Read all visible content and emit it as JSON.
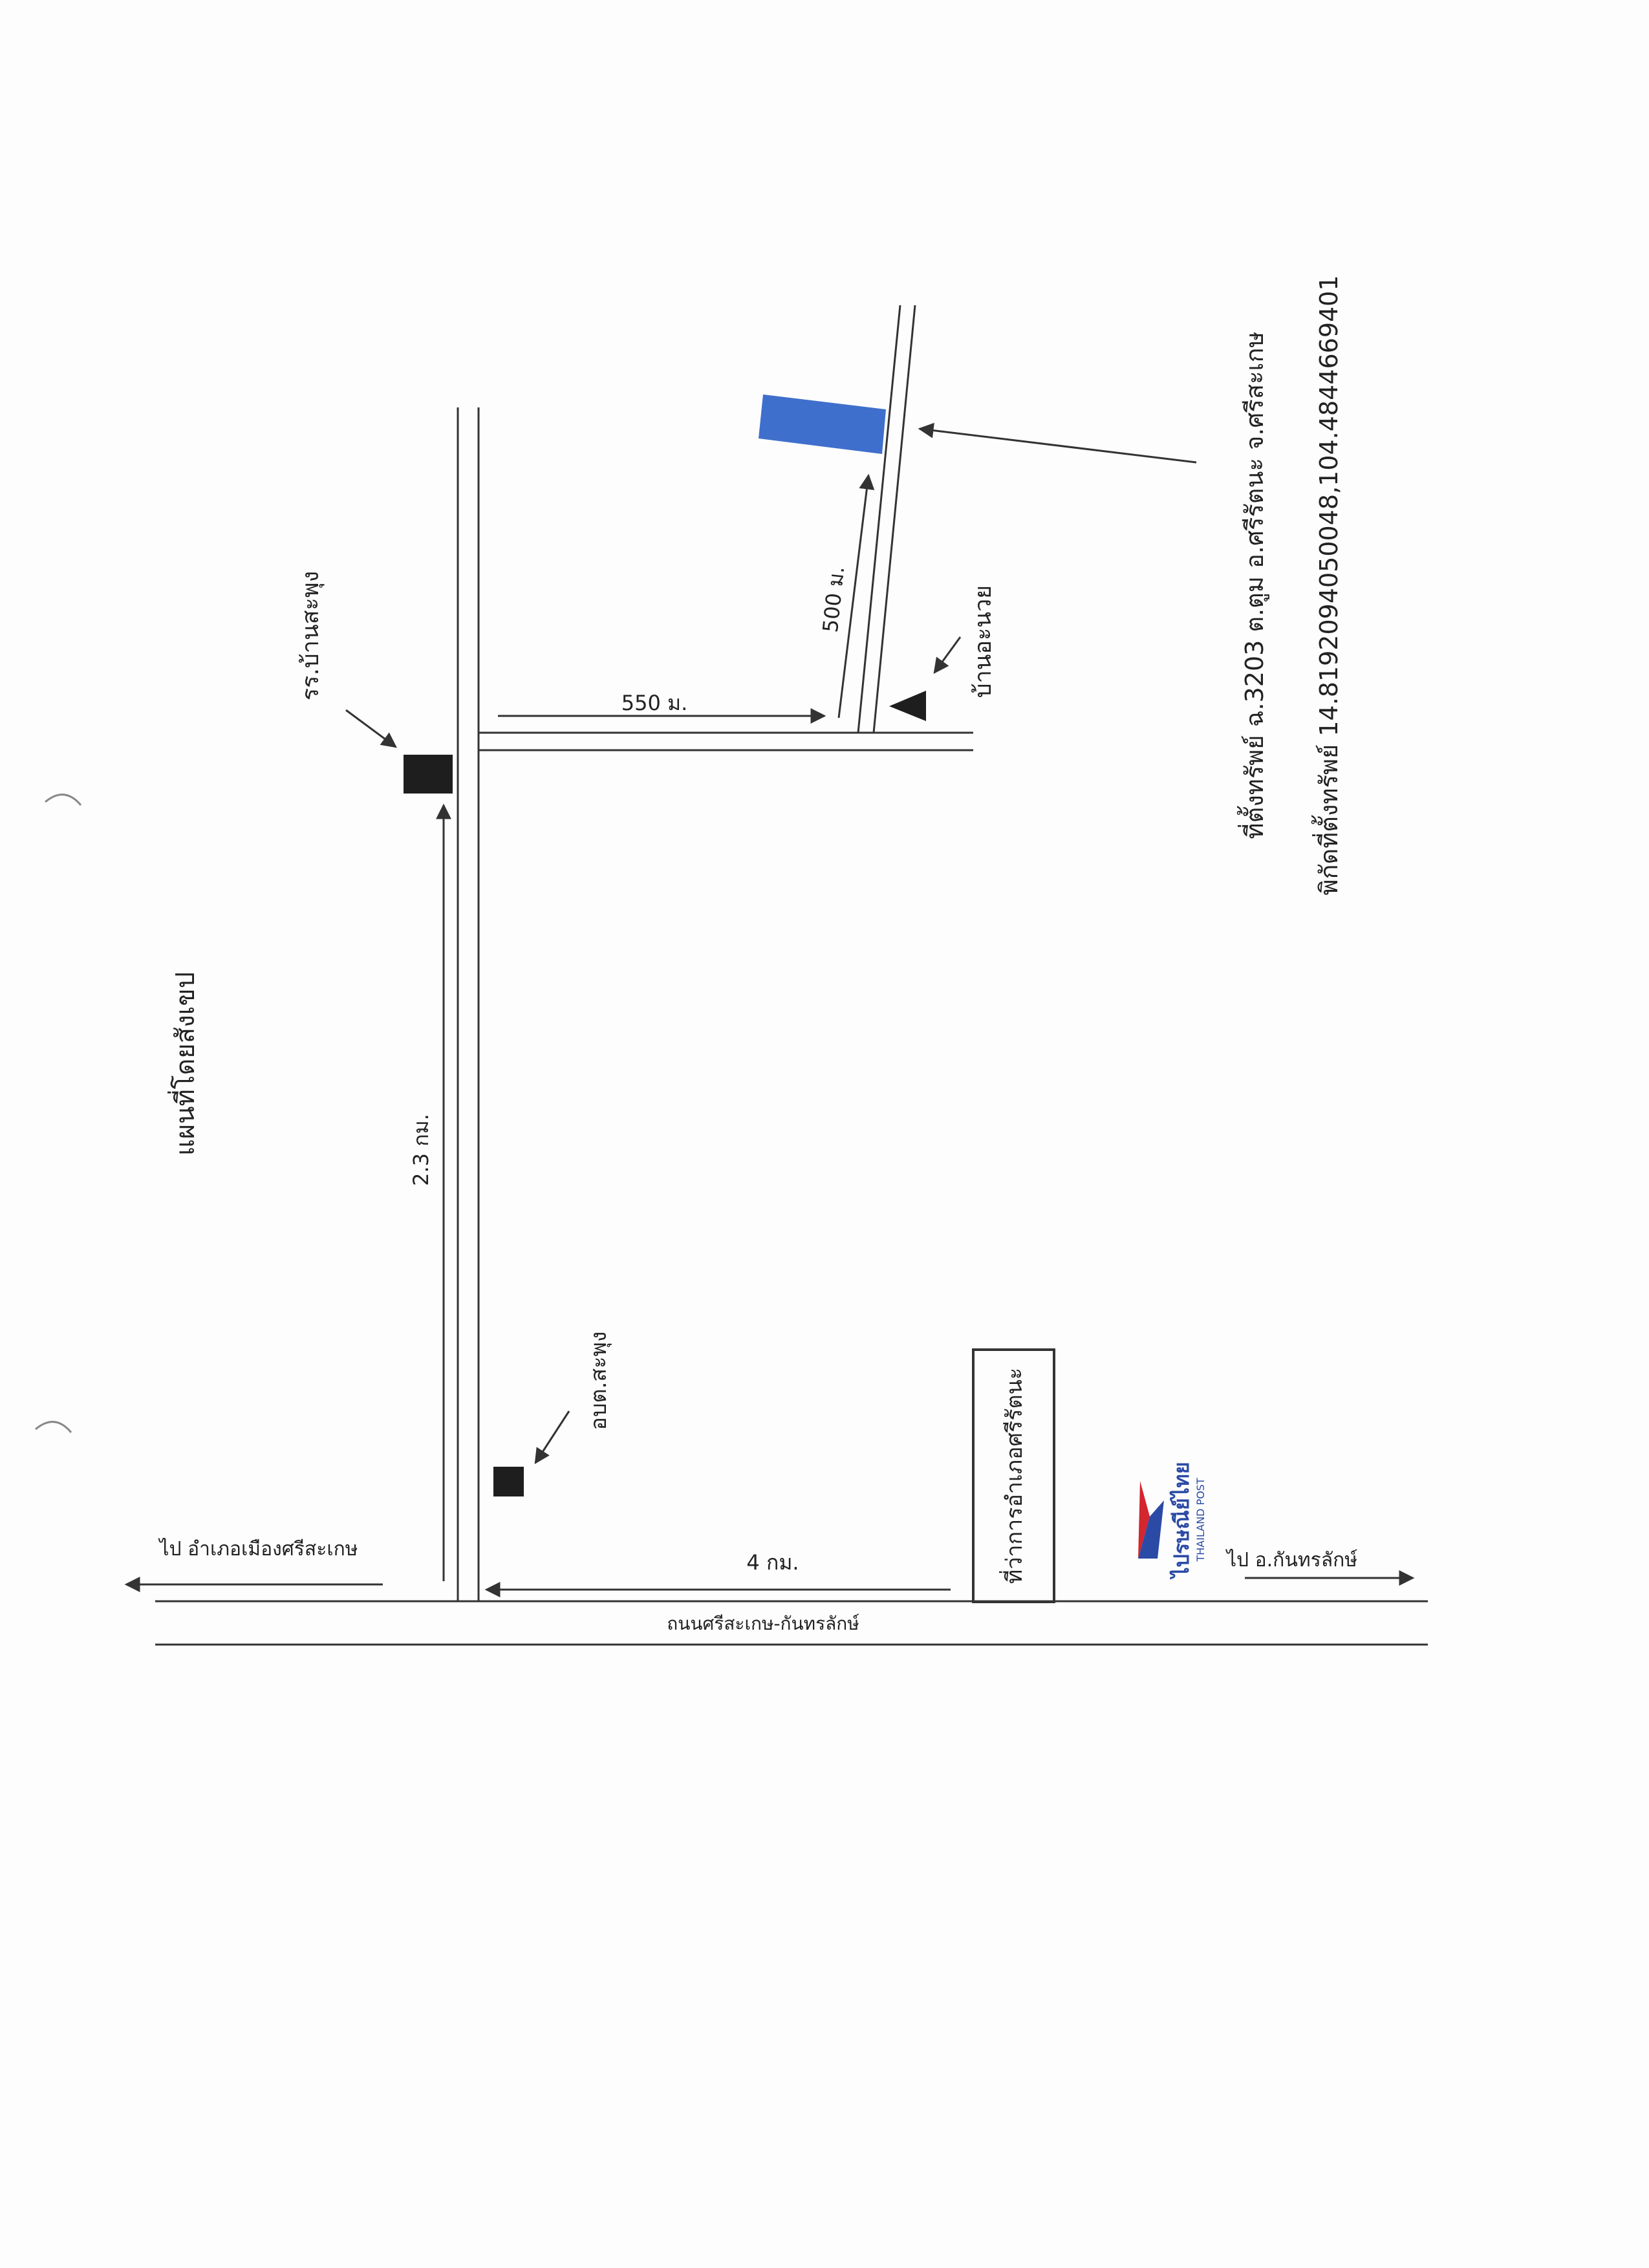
{
  "map": {
    "title": "แผนที่โดยสังเขป",
    "address": "ที่ตั้งทรัพย์ ฉ.3203 ต.ตูม อ.ศรีรัตนะ จ.ศรีสะเกษ",
    "coordinates": "พิกัดที่ตั้งทรัพย์ 14.8192094050048,104.4844669401",
    "landmarks": {
      "school": "รร.บ้านสะพุง",
      "sao": "อบต.สะพุง",
      "village": "บ้านอะนวย",
      "district_office": "ที่ว่าการอำเภอศรีรัตนะ",
      "post_logo_th": "ไปรษณีย์ไทย",
      "post_logo_en": "THAILAND POST"
    },
    "roads": {
      "main_road": "ถนนศรีสะเกษ-กันทรลักษ์",
      "to_mueang": "ไป อำเภอเมืองศรีสะเกษ",
      "to_kantharalak": "ไป อ.กันทรลักษ์"
    },
    "distances": {
      "d_4km": "4 กม.",
      "d_2_3km": "2.3 กม.",
      "d_550m": "550 ม.",
      "d_500m": "500 ม."
    },
    "colors": {
      "property_parcel": "#3f6fcc",
      "landmark_fill": "#1e1e1e"
    }
  }
}
